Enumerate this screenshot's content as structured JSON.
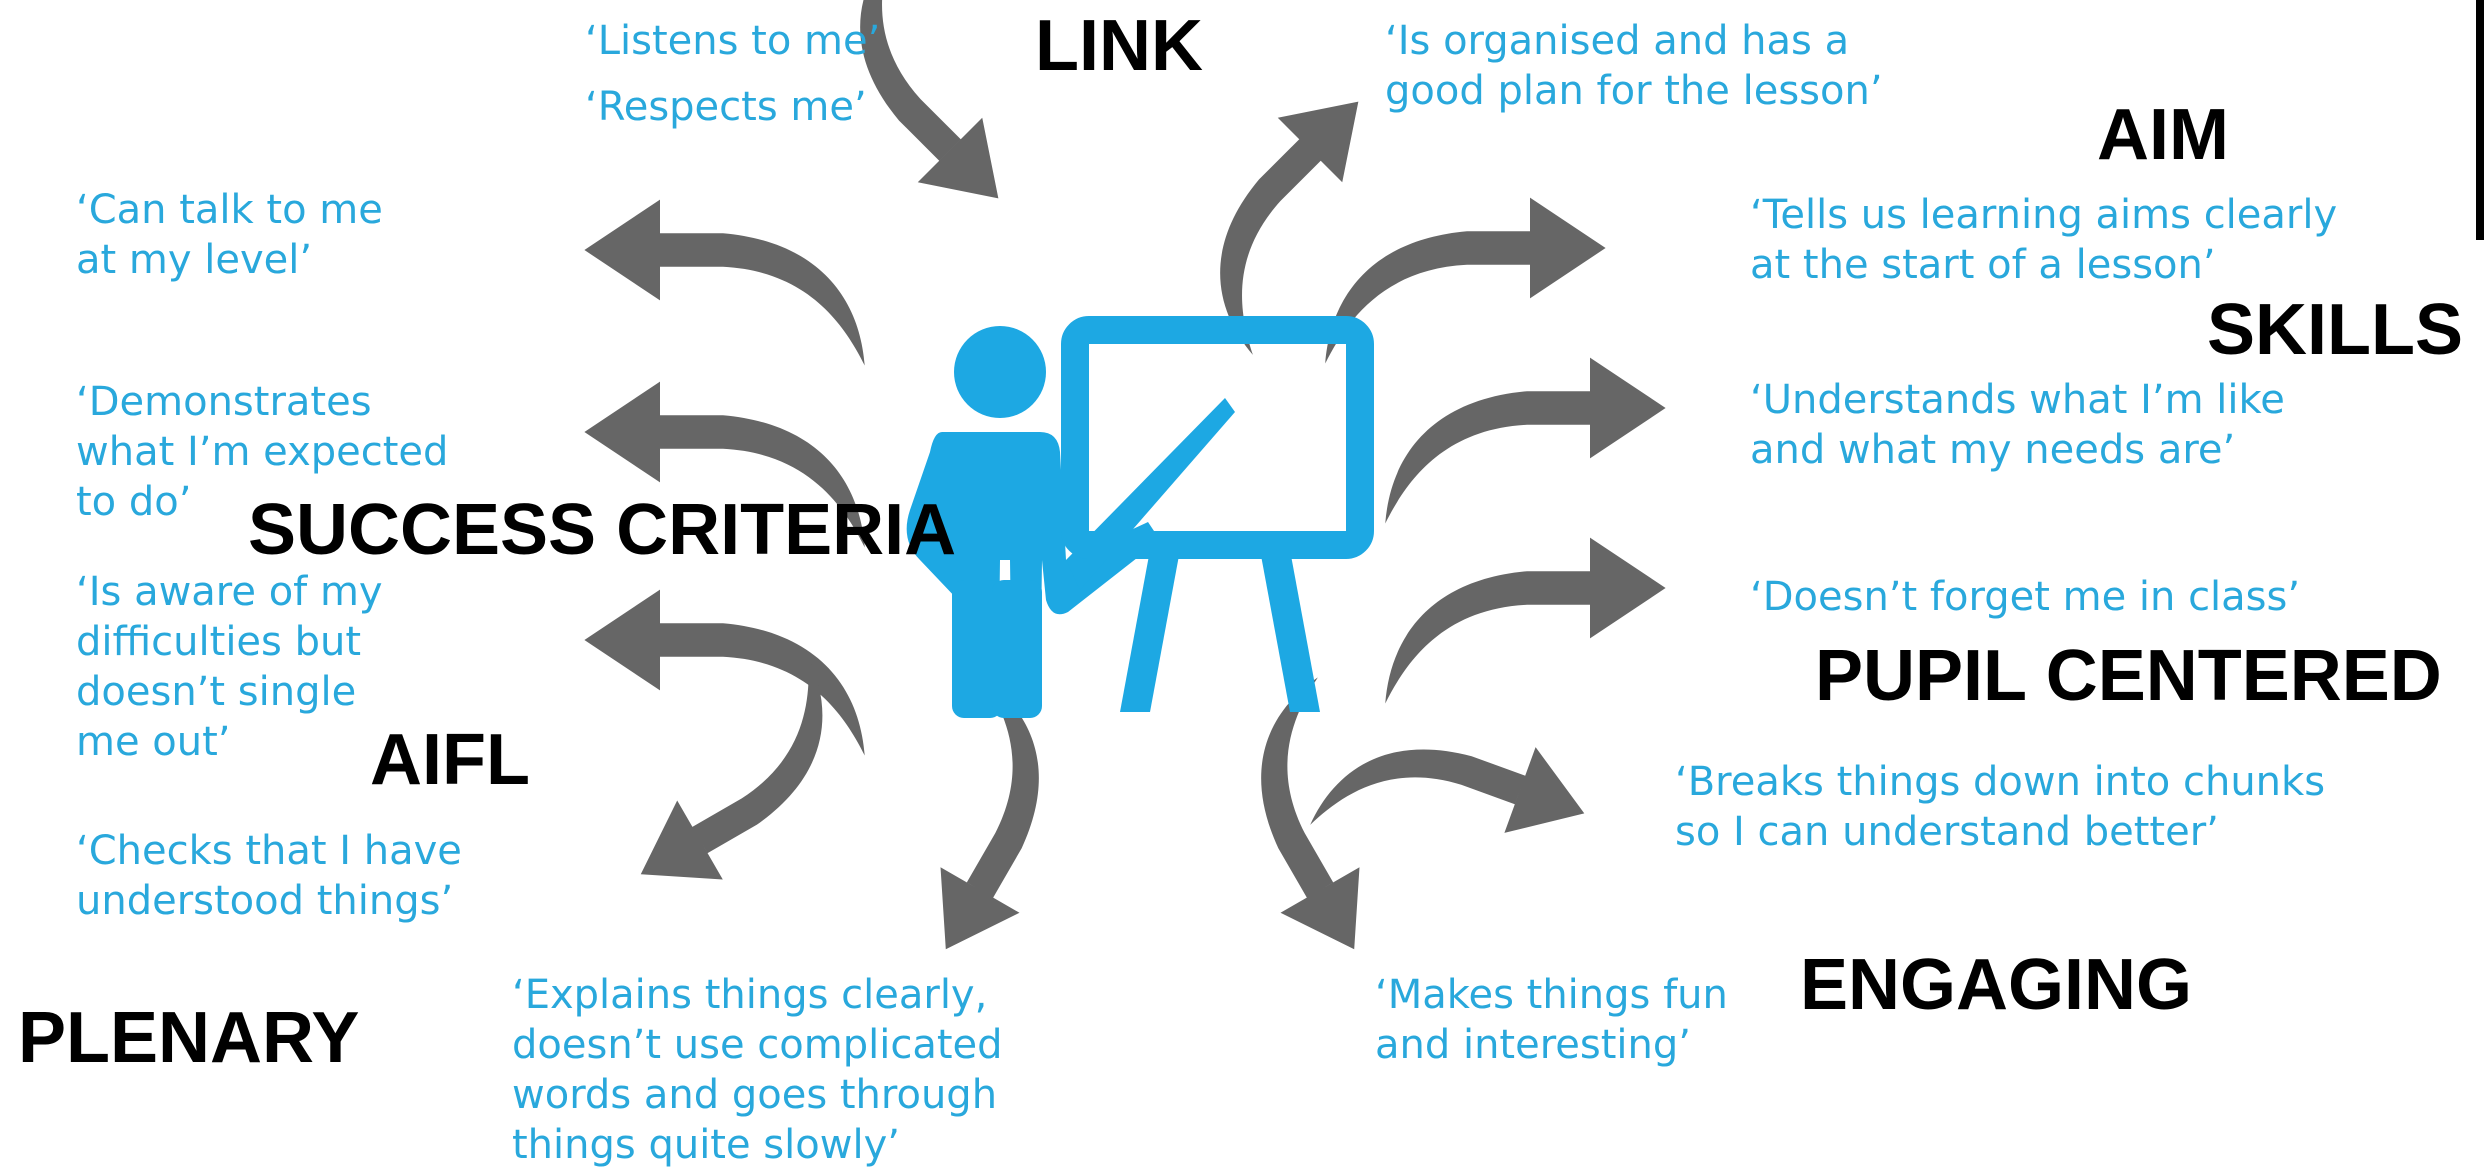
{
  "quotes": {
    "listens": "‘Listens to me’",
    "respects": "‘Respects me’",
    "organised": "‘Is organised and has a\ngood plan for the lesson’",
    "talk_level": "‘Can talk to me\nat my level’",
    "tells_aims": "‘Tells us learning aims clearly\nat the start of a lesson’",
    "demonstrates": "‘Demonstrates\nwhat I’m expected\nto do’",
    "understands": "‘Understands what I’m like\nand what my needs are’",
    "aware": "‘Is aware of my\ndifficulties but\ndoesn’t single\nme out’",
    "doesnt_forget": "‘Doesn’t forget me in class’",
    "breaks_down": "‘Breaks things down into chunks\nso I can understand better’",
    "checks": "‘Checks that I have\nunderstood things’",
    "explains": "‘Explains things clearly,\ndoesn’t use complicated\nwords and goes through\nthings quite slowly’",
    "fun": "‘Makes things fun\nand interesting’"
  },
  "labels": {
    "link": "LINK",
    "aim": "AIM",
    "skills": "SKILLS",
    "success_criteria": "SUCCESS CRITERIA",
    "pupil_centered": "PUPIL CENTERED",
    "aifl": "AIFL",
    "engaging": "ENGAGING",
    "plenary": "PLENARY"
  },
  "colors": {
    "quote_text": "#29a8dc",
    "teacher_icon": "#1da8e3",
    "arrow": "#666666",
    "label_text": "#000000"
  },
  "icons": {
    "center": "teacher-at-board-icon",
    "arrows": "curved-arrow-icon"
  }
}
